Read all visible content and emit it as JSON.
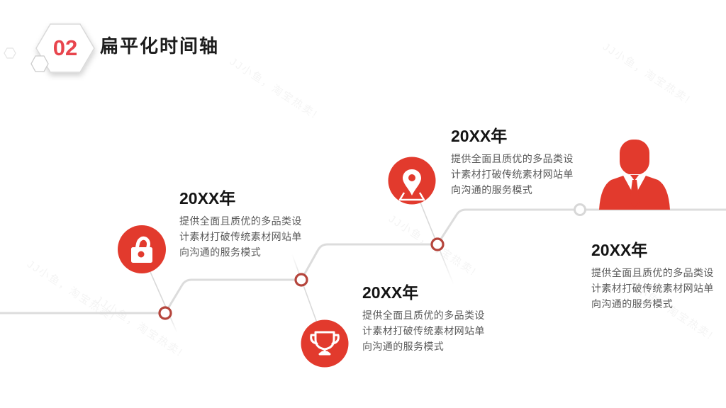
{
  "slide": {
    "background": "#ffffff",
    "accent_red": "#e23a2d",
    "badge_number_color": "#e8454d",
    "node_ring_red": "#b5453c",
    "node_ring_gray": "#d7d7d7",
    "line_gray": "#dcdcdc",
    "title_color": "#1c1c1c",
    "desc_color": "#595959"
  },
  "header": {
    "number": "02",
    "title": "扁平化时间轴"
  },
  "watermark": {
    "text": "JJ小鱼，淘宝热卖!"
  },
  "milestones": [
    {
      "year": "20XX年",
      "icon": "lock-icon",
      "desc": "提供全面且质优的多品类设计素材打破传统素材网站单向沟通的服务模式"
    },
    {
      "year": "20XX年",
      "icon": "trophy-icon",
      "desc": "提供全面且质优的多品类设计素材打破传统素材网站单向沟通的服务模式"
    },
    {
      "year": "20XX年",
      "icon": "location-pin-icon",
      "desc": "提供全面且质优的多品类设计素材打破传统素材网站单向沟通的服务模式"
    },
    {
      "year": "20XX年",
      "icon": "businessman-icon",
      "desc": "提供全面且质优的多品类设计素材打破传统素材网站单向沟通的服务模式"
    }
  ]
}
